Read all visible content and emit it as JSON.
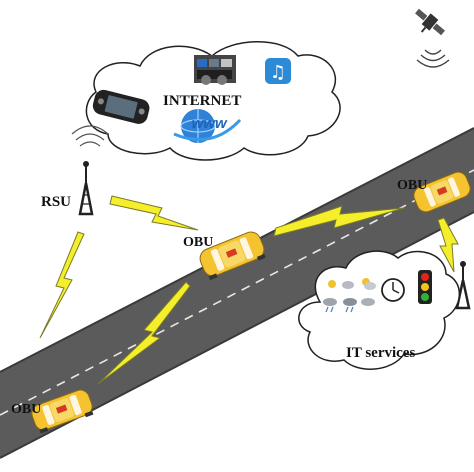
{
  "labels": {
    "internet": "INTERNET",
    "rsu": "RSU",
    "obu_left": "OBU",
    "obu_middle": "OBU",
    "obu_right": "OBU",
    "it_services": "IT services",
    "www": "www"
  },
  "colors": {
    "road": "#5a5a5a",
    "road_edge": "#3e3e3e",
    "lane_marking": "#e8e8e8",
    "taxi": "#f5c230",
    "lightning": "#f4ef2a",
    "cloud_outline": "#222222",
    "traffic_light_body": "#222222",
    "red": "#e0261b",
    "amber": "#f0c419",
    "green": "#2fb33a"
  },
  "icons": [
    "satellite-icon",
    "antenna-tower-icon",
    "smartphone-icon",
    "film-media-icon",
    "music-app-icon",
    "www-globe-icon",
    "weather-icon",
    "clock-icon",
    "traffic-light-icon",
    "taxi-car-icon",
    "lightning-link-icon"
  ]
}
